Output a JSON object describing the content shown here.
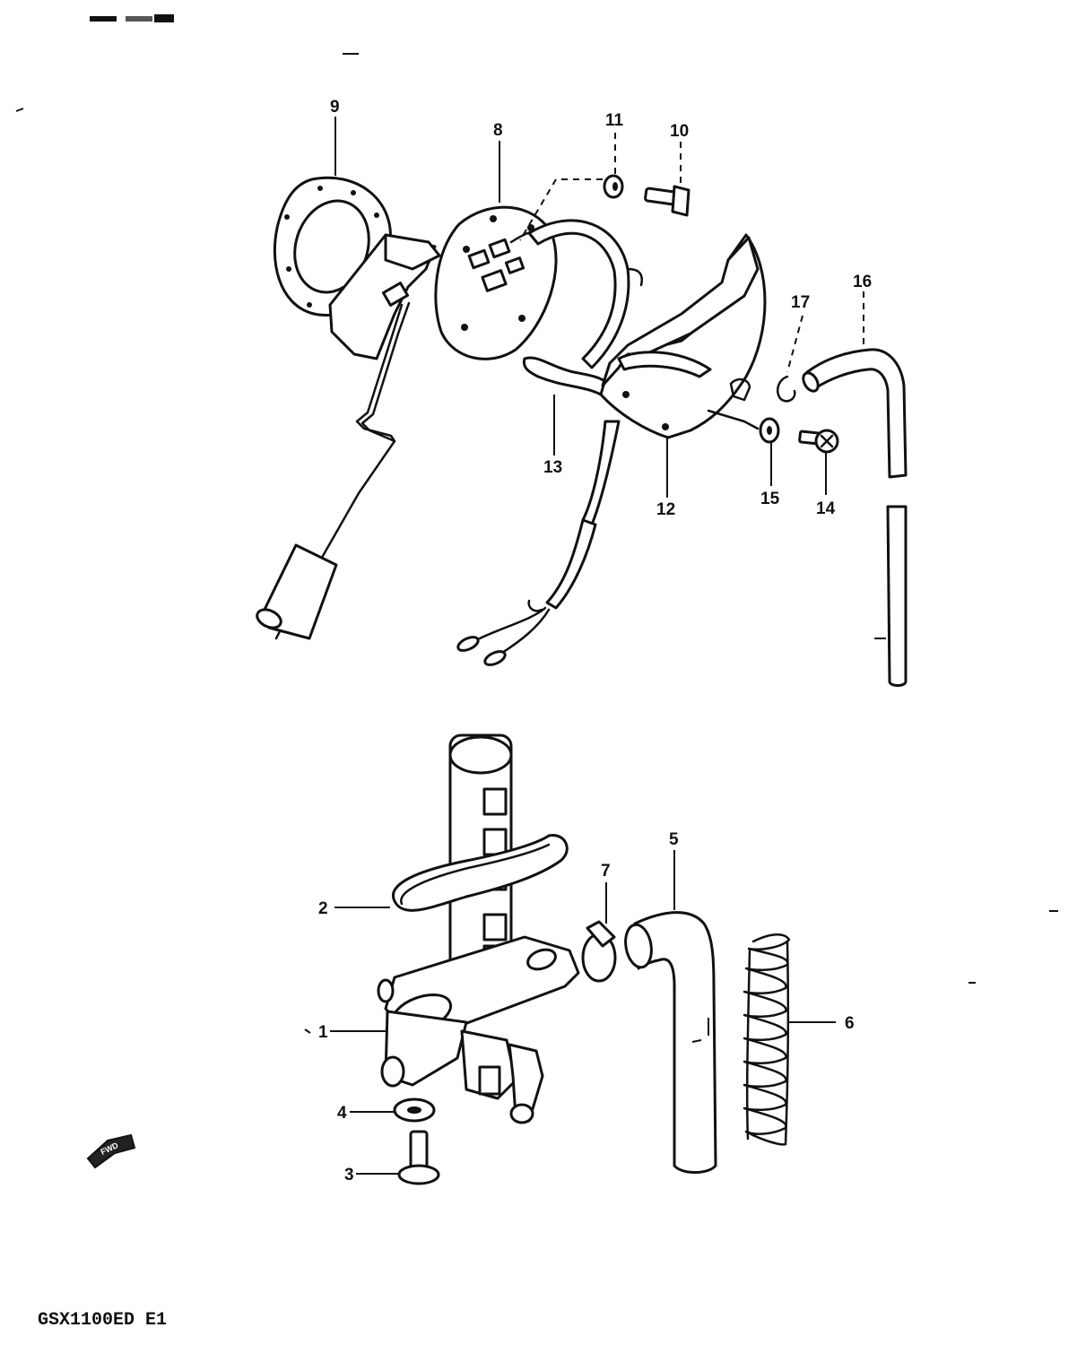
{
  "diagram": {
    "model_code": "GSX1100ED E1",
    "direction_arrow": "FWD",
    "callouts": [
      {
        "id": "1",
        "label": "1"
      },
      {
        "id": "2",
        "label": "2"
      },
      {
        "id": "3",
        "label": "3"
      },
      {
        "id": "4",
        "label": "4"
      },
      {
        "id": "5",
        "label": "5"
      },
      {
        "id": "6",
        "label": "6"
      },
      {
        "id": "7",
        "label": "7"
      },
      {
        "id": "8",
        "label": "8"
      },
      {
        "id": "9",
        "label": "9"
      },
      {
        "id": "10",
        "label": "10"
      },
      {
        "id": "11",
        "label": "11"
      },
      {
        "id": "12",
        "label": "12"
      },
      {
        "id": "13",
        "label": "13"
      },
      {
        "id": "14",
        "label": "14"
      },
      {
        "id": "15",
        "label": "15"
      },
      {
        "id": "16",
        "label": "16"
      },
      {
        "id": "17",
        "label": "17"
      }
    ]
  }
}
